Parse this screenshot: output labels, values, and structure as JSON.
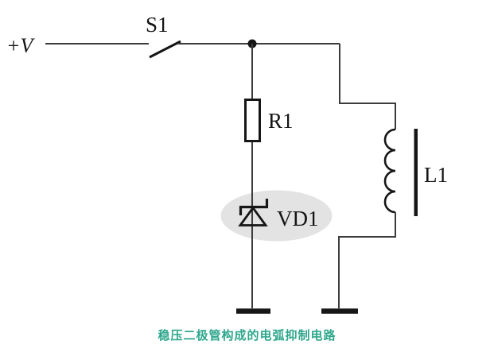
{
  "figure": {
    "caption": "稳压二极管构成的电弧抑制电路"
  },
  "schematic": {
    "supply_label": "+V",
    "switch_label": "S1",
    "resistor_label": "R1",
    "diode_label": "VD1",
    "inductor_label": "L1",
    "components": {
      "switch": "S1 single-pole switch in series with +V supply",
      "resistor": "R1 in series with zener diode VD1 to ground",
      "diode": "VD1 zener diode, cathode up, highlighted with gray ellipse",
      "inductor": "L1 coil with core bar, parallel branch to ground"
    }
  },
  "colors": {
    "background": "#ffffff",
    "wire": "#3c3c3c",
    "component": "#161616",
    "highlight": "#e3e3e3",
    "caption_text": "#2ea78c",
    "label_text": "#141414"
  }
}
